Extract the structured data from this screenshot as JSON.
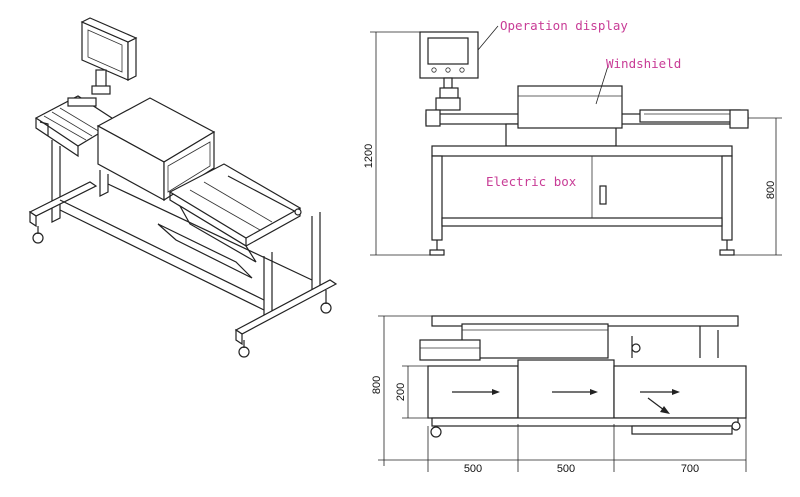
{
  "labels": {
    "operation_display": "Operation display",
    "windshield": "Windshield",
    "electric_box": "Electric box"
  },
  "dimensions": {
    "total_height": "1200",
    "conveyor_height": "800",
    "plan_depth": "800",
    "belt_width": "200",
    "infeed_length": "500",
    "weigh_length": "500",
    "outfeed_length": "700"
  },
  "colors": {
    "annotation": "#c83c96",
    "line": "#222222"
  }
}
